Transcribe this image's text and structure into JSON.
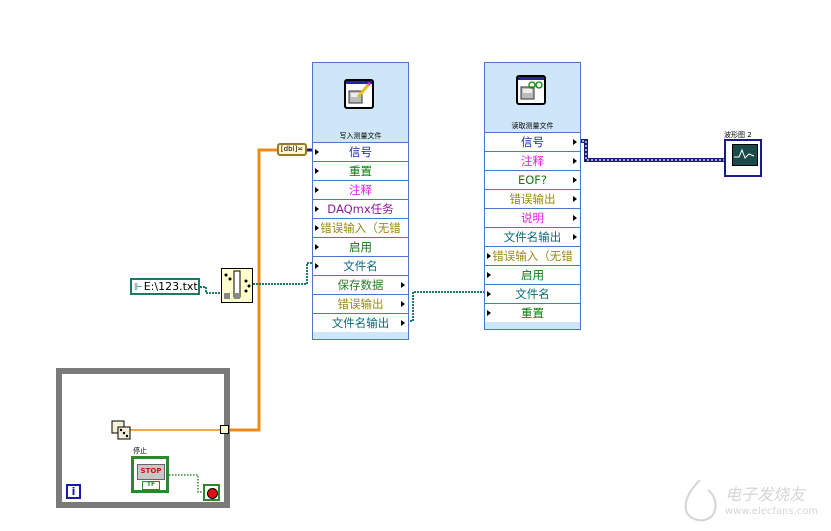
{
  "write_vi": {
    "title": "写入测量文件",
    "icon": "floppy-pencil-icon",
    "terminals": [
      {
        "label": "信号",
        "color": "#1a2aa0",
        "side": "in"
      },
      {
        "label": "重置",
        "color": "#0a7a0a",
        "side": "in"
      },
      {
        "label": "注释",
        "color": "#e020e0",
        "side": "in"
      },
      {
        "label": "DAQmx任务",
        "color": "#8a1a9a",
        "side": "in"
      },
      {
        "label": "错误输入（无错",
        "color": "#9a8a10",
        "side": "in"
      },
      {
        "label": "启用",
        "color": "#0a7a0a",
        "side": "in"
      },
      {
        "label": "文件名",
        "color": "#0a6a7a",
        "side": "in"
      },
      {
        "label": "保存数据",
        "color": "#2a7a2a",
        "side": "out"
      },
      {
        "label": "错误输出",
        "color": "#9a8a10",
        "side": "out"
      },
      {
        "label": "文件名输出",
        "color": "#0a6a7a",
        "side": "out"
      }
    ]
  },
  "read_vi": {
    "title": "读取测量文件",
    "icon": "floppy-glasses-icon",
    "terminals": [
      {
        "label": "信号",
        "color": "#1a2aa0",
        "side": "out"
      },
      {
        "label": "注释",
        "color": "#e020e0",
        "side": "out"
      },
      {
        "label": "EOF?",
        "color": "#0a7a0a",
        "side": "out"
      },
      {
        "label": "错误输出",
        "color": "#9a8a10",
        "side": "out"
      },
      {
        "label": "说明",
        "color": "#e020e0",
        "side": "out"
      },
      {
        "label": "文件名输出",
        "color": "#0a6a7a",
        "side": "out"
      },
      {
        "label": "错误输入（无错",
        "color": "#9a8a10",
        "side": "in"
      },
      {
        "label": "启用",
        "color": "#0a7a0a",
        "side": "in"
      },
      {
        "label": "文件名",
        "color": "#0a6a7a",
        "side": "in"
      },
      {
        "label": "重置",
        "color": "#0a7a0a",
        "side": "in"
      }
    ]
  },
  "path_constant": {
    "value": "E:\\123.txt"
  },
  "dd_convert": {
    "label": "[dbl]≍"
  },
  "graph": {
    "label": "波形图 2"
  },
  "stop_button": {
    "label": "停止",
    "face": "STOP",
    "tf": "TF"
  },
  "iteration": {
    "label": "i"
  },
  "watermark": {
    "name": "电子发烧友",
    "url": "www.elecfans.com"
  },
  "colors": {
    "dynamic_wire": "#1a1a7a",
    "path_wire": "#1a7a6a",
    "array_wire": "#f08a10",
    "bool_wire": "#2a8a2a",
    "express_bg": "#cfe5f8",
    "express_border": "#4a78c9",
    "loop_border": "#7a7a7a"
  }
}
